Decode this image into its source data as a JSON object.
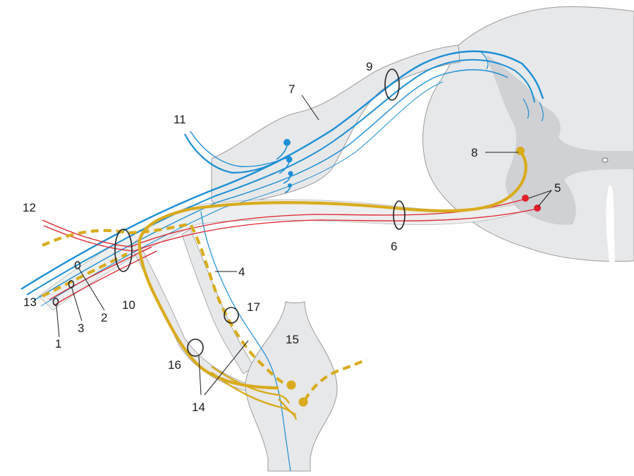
{
  "labels": {
    "l1": "1",
    "l2": "2",
    "l3": "3",
    "l4": "4",
    "l5": "5",
    "l6": "6",
    "l7": "7",
    "l8": "8",
    "l9": "9",
    "l10": "10",
    "l11": "11",
    "l12": "12",
    "l13": "13",
    "l14": "14",
    "l15": "15",
    "l16": "16",
    "l17": "17"
  },
  "colors": {
    "tissue": "#e7e8ea",
    "grey_matter": "#cfd1d4",
    "sensory_fiber": "#1a8fd6",
    "motor_fiber": "#e0202a",
    "autonomic_fiber": "#d9ab1c",
    "outline": "#1a1a1a"
  }
}
